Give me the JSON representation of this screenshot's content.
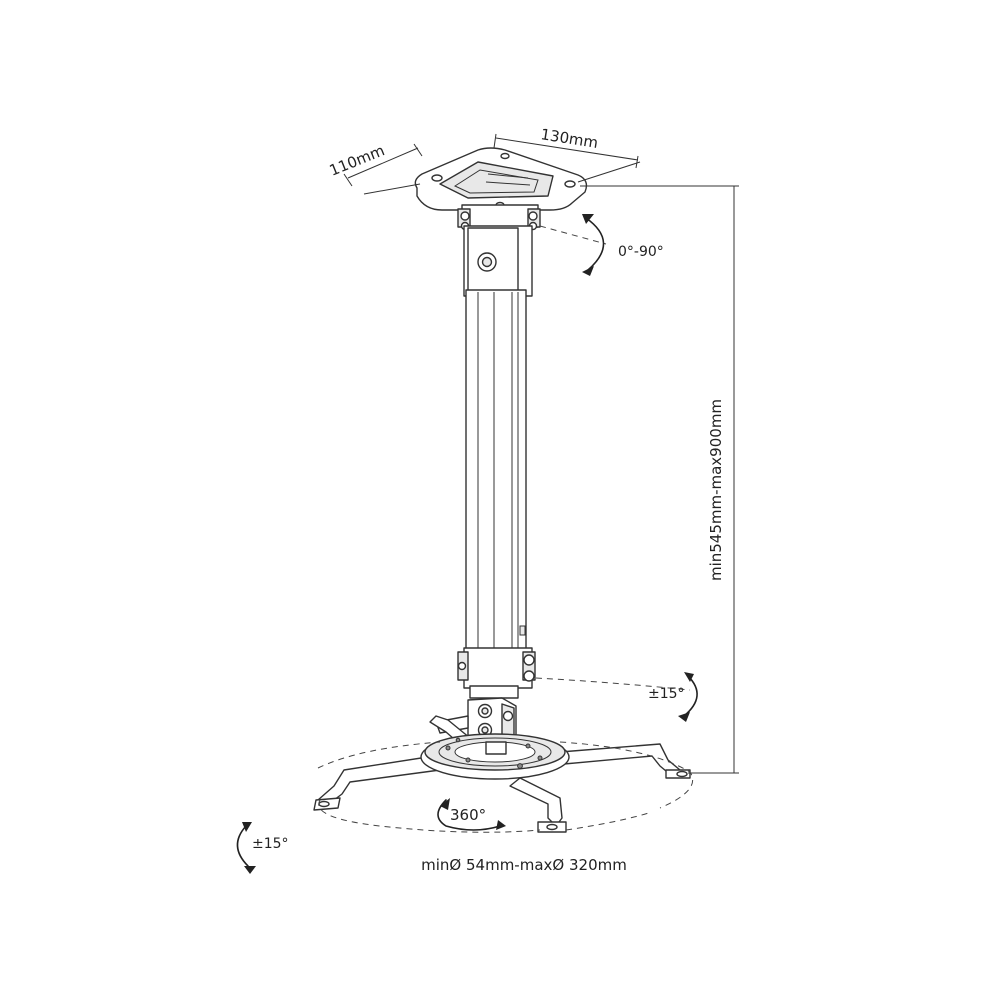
{
  "dimensions": {
    "plate_width": "130mm",
    "plate_depth": "110mm",
    "tilt_top": "0°-90°",
    "extension": "min545mm-max900mm",
    "tilt_mid": "±15°",
    "swivel": "360°",
    "tilt_low": "±15°",
    "mount_span": "minØ 54mm-maxØ 320mm"
  },
  "colors": {
    "line": "#333333",
    "text": "#222222",
    "background": "#ffffff"
  }
}
